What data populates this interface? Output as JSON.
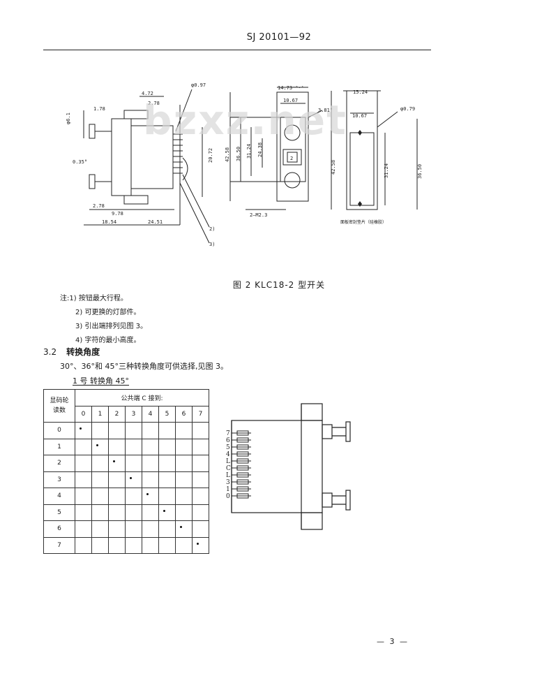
{
  "header": {
    "standard_no": "SJ 20101—92"
  },
  "watermark": "bzxz.net",
  "figure2": {
    "caption": "图 2   KLC18-2 型开关",
    "dims_side": [
      "4.72",
      "2.78",
      "φ0.97",
      "1.78",
      "φ6.1",
      "0.35°",
      "20.72",
      "2.78",
      "9.78",
      "18.54",
      "24.51",
      "2)",
      "3)"
    ],
    "dims_front": [
      "14.73⁺⁰·¹",
      "10.67",
      "3.81°",
      "42.58",
      "36.50",
      "31.24",
      "24.38",
      "2",
      "2—M2.3"
    ],
    "dims_back": [
      "15.24",
      "10.67",
      "φ0.79",
      "42.58",
      "31.24",
      "36.50"
    ],
    "back_label": "面板密封垫片（硅橡胶）"
  },
  "notes": {
    "prefix": "注:",
    "items": [
      "1) 按钮最大行程。",
      "2) 可更换的灯部件。",
      "3) 引出端排列见图 3。",
      "4) 字符的最小高度。"
    ]
  },
  "section": {
    "number": "3.2",
    "title": "转换角度"
  },
  "paragraph": "30°、36°和 45°三种转换角度可供选择,见图 3。",
  "table": {
    "caption": "1 号   转换角 45°",
    "row_header_top": "显码轮",
    "row_header_bottom": "读数",
    "group_header": "公共端 C 接到:",
    "columns": [
      "0",
      "1",
      "2",
      "3",
      "4",
      "5",
      "6",
      "7"
    ],
    "rows": [
      {
        "label": "0",
        "dot": 0
      },
      {
        "label": "1",
        "dot": 1
      },
      {
        "label": "2",
        "dot": 2
      },
      {
        "label": "3",
        "dot": 3
      },
      {
        "label": "4",
        "dot": 4
      },
      {
        "label": "5",
        "dot": 5
      },
      {
        "label": "6",
        "dot": 6
      },
      {
        "label": "7",
        "dot": 7
      }
    ]
  },
  "figure3_terminals": [
    "7",
    "6",
    "5",
    "4",
    "L",
    "C",
    "L",
    "3",
    "1",
    "0"
  ],
  "page_number": "— 3 —"
}
